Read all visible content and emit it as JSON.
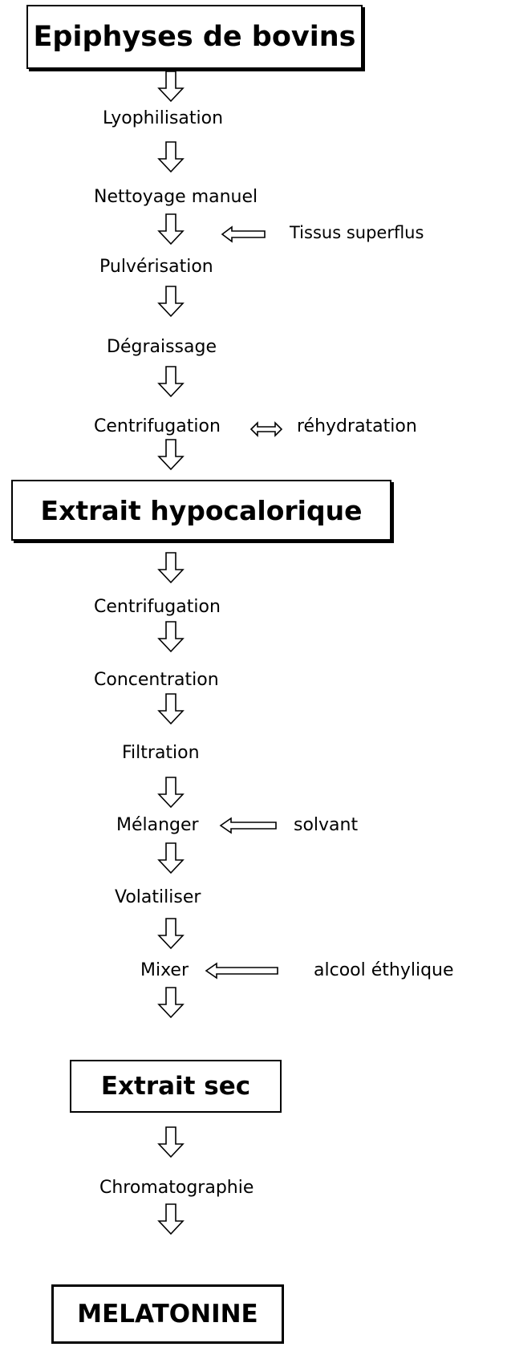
{
  "boxes": {
    "source": "Epiphyses de bovins",
    "intermediate": "Extrait hypocalorique",
    "dry": "Extrait sec",
    "product": "MELATONINE"
  },
  "steps": {
    "lyophilisation": "Lyophilisation",
    "nettoyage": "Nettoyage manuel",
    "pulverisation": "Pulvérisation",
    "degraissage": "Dégraissage",
    "centrifugation1": "Centrifugation",
    "centrifugation2": "Centrifugation",
    "concentration": "Concentration",
    "filtration": "Filtration",
    "melanger": "Mélanger",
    "volatiliser": "Volatiliser",
    "mixer": "Mixer",
    "chromatographie": "Chromatographie"
  },
  "inputs": {
    "tissus": "Tissus superflus",
    "rehydratation": "réhydratation",
    "solvant": "solvant",
    "alcool": "alcool éthylique"
  }
}
